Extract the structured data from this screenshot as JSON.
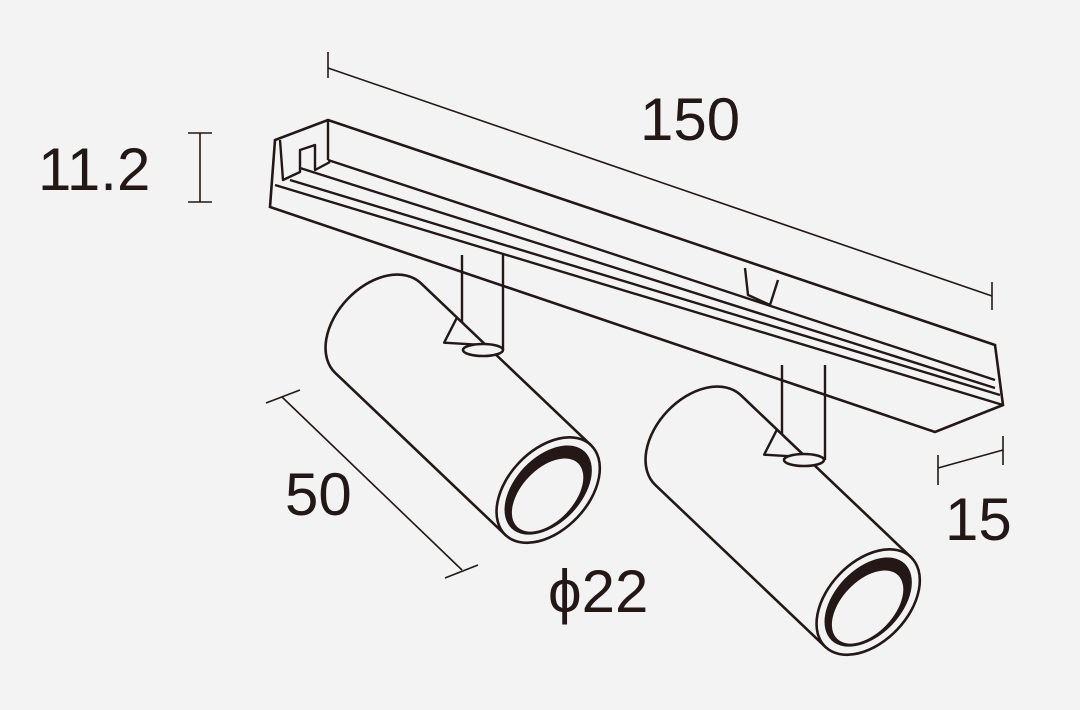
{
  "dimensions": {
    "length": "150",
    "height": "11.2",
    "spot_length": "50",
    "spot_diameter": "ϕ22",
    "width": "15"
  },
  "colors": {
    "background": "#f3f3f3",
    "line": "#231815"
  }
}
